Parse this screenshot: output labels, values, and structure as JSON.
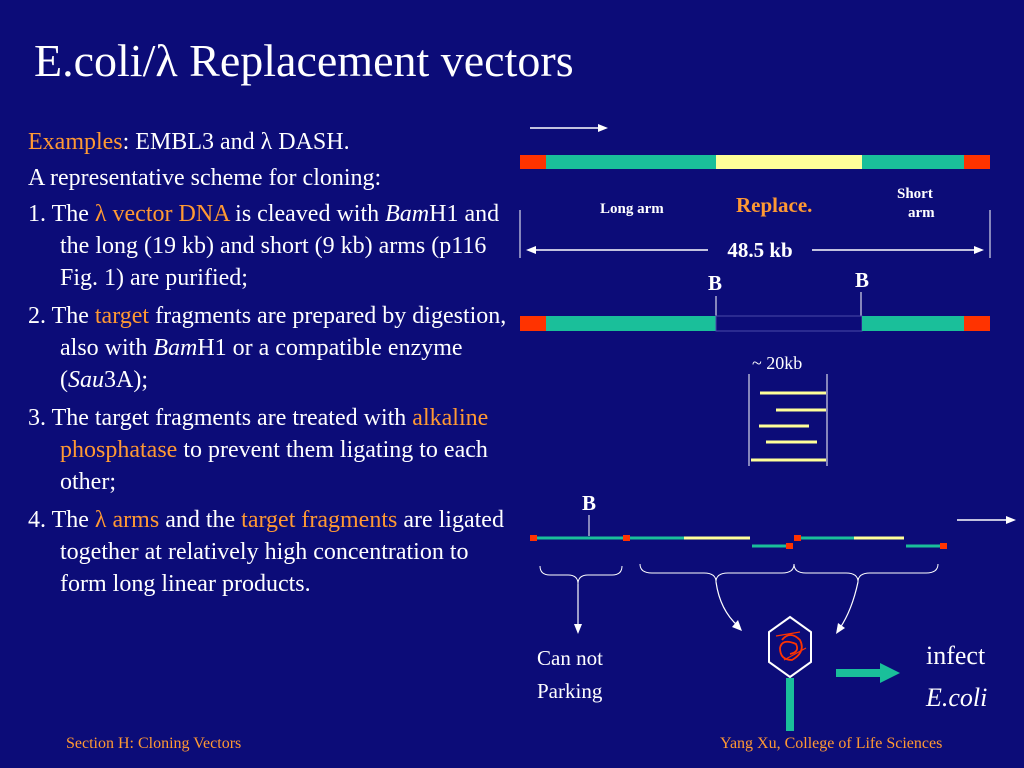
{
  "title": "E.coli/λ Replacement vectors",
  "examples": {
    "label": "Examples",
    "text": ": EMBL3 and λ DASH."
  },
  "intro": "A representative scheme for cloning:",
  "steps": [
    {
      "num": "1.",
      "a": " The ",
      "hl1": "λ vector DNA",
      "b": " is cleaved with ",
      "it": "Bam",
      "c": "H1 and the long (19 kb) and short (9 kb) arms (p116 Fig. 1) are purified;"
    },
    {
      "num": "2.",
      "a": " The ",
      "hl1": "target",
      "b": " fragments are prepared by digestion, also with ",
      "it": "Bam",
      "c": "H1 or a compatible enzyme (",
      "it2": "Sau",
      "d": "3A);"
    },
    {
      "num": "3.",
      "a": " The target fragments are treated with ",
      "hl1": "alkaline phosphatase",
      "b": " to prevent them ligating to each other;"
    },
    {
      "num": "4.",
      "a": " The ",
      "hl1": "λ arms",
      "b": " and the ",
      "hl2": "target fragments",
      "c": " are ligated together at relatively high concentration to form long linear products."
    }
  ],
  "diagram": {
    "long_arm": "Long  arm",
    "replace": "Replace.",
    "short_arm_1": "Short",
    "short_arm_2": "arm",
    "length": "48.5 kb",
    "b_left": "B",
    "b_right": "B",
    "size": "~ 20kb",
    "b_ligation": "B",
    "can_not": "Can not",
    "parking": "Parking",
    "infect": "infect",
    "ecoli": "E.coli"
  },
  "footer": {
    "left": "Section H: Cloning Vectors",
    "right": "Yang Xu, College of Life Sciences"
  },
  "colors": {
    "background": "#0c0c78",
    "accent": "#ff9933",
    "arm": "#1abf9a",
    "insert": "#ffff99",
    "end": "#ff3300"
  }
}
